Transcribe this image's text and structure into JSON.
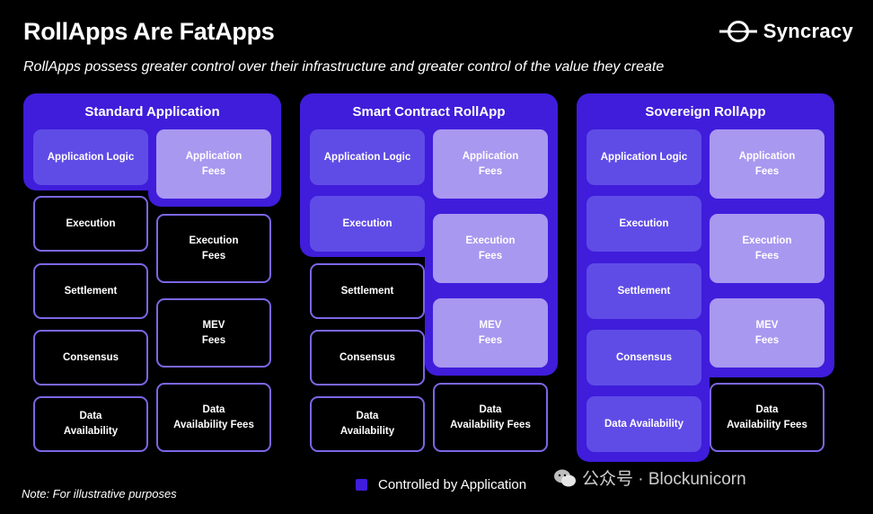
{
  "title": "RollApps Are FatApps",
  "subtitle": "RollApps possess greater control over their infrastructure and greater control of the value they create",
  "logo_text": "Syncracy",
  "note": "Note: For illustrative purposes",
  "legend": "Controlled by Application",
  "watermark": "公众号 · Blockunicorn",
  "colors": {
    "controlled_container": "#3f1ddb",
    "controlled_box": "#5f4ce6",
    "fee_box": "#a898f0",
    "outline": "#7a67e6"
  },
  "columns": [
    {
      "title": "Standard Application",
      "left": [
        {
          "label": "Application Logic",
          "style": "solid"
        },
        {
          "label": "Execution",
          "style": "outline"
        },
        {
          "label": "Settlement",
          "style": "outline"
        },
        {
          "label": "Consensus",
          "style": "outline"
        },
        {
          "label": "Data\nAvailability",
          "style": "outline"
        }
      ],
      "right": [
        {
          "label": "Application\nFees",
          "style": "fee-solid"
        },
        {
          "label": "Execution\nFees",
          "style": "outline"
        },
        {
          "label": "MEV\nFees",
          "style": "outline"
        },
        {
          "label": "Data\nAvailability Fees",
          "style": "outline"
        }
      ]
    },
    {
      "title": "Smart Contract RollApp",
      "left": [
        {
          "label": "Application Logic",
          "style": "solid"
        },
        {
          "label": "Execution",
          "style": "solid"
        },
        {
          "label": "Settlement",
          "style": "outline"
        },
        {
          "label": "Consensus",
          "style": "outline"
        },
        {
          "label": "Data\nAvailability",
          "style": "outline"
        }
      ],
      "right": [
        {
          "label": "Application\nFees",
          "style": "fee-solid"
        },
        {
          "label": "Execution\nFees",
          "style": "fee-solid"
        },
        {
          "label": "MEV\nFees",
          "style": "fee-solid"
        },
        {
          "label": "Data\nAvailability Fees",
          "style": "outline"
        }
      ]
    },
    {
      "title": "Sovereign RollApp",
      "left": [
        {
          "label": "Application Logic",
          "style": "solid"
        },
        {
          "label": "Execution",
          "style": "solid"
        },
        {
          "label": "Settlement",
          "style": "solid"
        },
        {
          "label": "Consensus",
          "style": "solid"
        },
        {
          "label": "Data Availability",
          "style": "solid"
        }
      ],
      "right": [
        {
          "label": "Application\nFees",
          "style": "fee-solid"
        },
        {
          "label": "Execution\nFees",
          "style": "fee-solid"
        },
        {
          "label": "MEV\nFees",
          "style": "fee-solid"
        },
        {
          "label": "Data\nAvailability Fees",
          "style": "outline"
        }
      ]
    }
  ]
}
